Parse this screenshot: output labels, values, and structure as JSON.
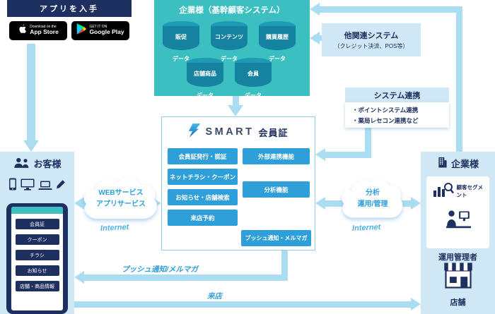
{
  "app": {
    "title": "アプリを入手",
    "badges": [
      {
        "tagline": "Download on the",
        "name": "App Store"
      },
      {
        "tagline": "GET IT ON",
        "name": "Google Play"
      }
    ]
  },
  "core_system": {
    "title": "企業様（基幹顧客システム）",
    "databases": [
      {
        "line1": "販促",
        "line2": "データ"
      },
      {
        "line1": "コンテンツ",
        "line2": "データ"
      },
      {
        "line1": "購買履歴",
        "line2": "データ"
      },
      {
        "line1": "店舗商品",
        "line2": "データ"
      },
      {
        "line1": "会員",
        "line2": "データ"
      }
    ]
  },
  "related_system": {
    "title": "他関連システム",
    "subtitle": "（クレジット決済、POS等）"
  },
  "system_link": {
    "title": "システム連携",
    "items": [
      "・ポイントシステム連携",
      "・薬局レセコン連携など"
    ]
  },
  "smart": {
    "brand": "SMART",
    "brand_suffix": "会員証",
    "features_left": [
      "会員証発行・認証",
      "ネットチラシ・クーポン",
      "お知らせ・店舗検索",
      "来店予約"
    ],
    "features_right": [
      "外部連携機能",
      "分析機能",
      "プッシュ通知・メルマガ"
    ]
  },
  "customer": {
    "title": "お客様",
    "phone_menu": [
      "会員証",
      "クーポン",
      "チラシ",
      "お知らせ",
      "店舗・商品情報"
    ]
  },
  "company": {
    "title": "企業様",
    "segment_label": "顧客セグメント",
    "admin_label": "運用管理者",
    "store_label": "店舗"
  },
  "clouds": {
    "left": {
      "lines": [
        "WEBサービス",
        "アプリサービス"
      ],
      "label": "Internet"
    },
    "right": {
      "lines": [
        "分析",
        "運用/管理"
      ],
      "label": "Internet"
    }
  },
  "flows": {
    "push": "プッシュ通知/メルマガ",
    "visit": "来店"
  },
  "icons": {
    "apple": "apple-icon",
    "google_play": "google-play-icon",
    "customer_people": "people-icon",
    "devices": [
      "smartphone-icon",
      "monitor-icon",
      "laptop-icon",
      "pen-icon"
    ],
    "company_building": "building-icon",
    "segment_chart": "chart-magnifier-icon",
    "admin_person": "person-desk-icon",
    "store": "storefront-icon",
    "smart_logo": "smart-logo-icon",
    "database": "database-cylinder-icon"
  },
  "colors": {
    "navy": "#1e3060",
    "teal": "#3cbfc0",
    "blue": "#2f9fd9",
    "panel_light_blue": "#cfe8f6",
    "arrow_light_blue": "#aadcf2",
    "cylinder": "#15839f"
  }
}
